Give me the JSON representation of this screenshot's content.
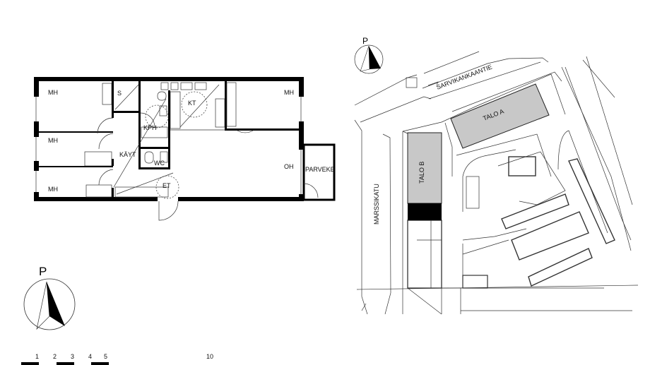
{
  "floor_plan": {
    "rooms": [
      {
        "id": "mh1",
        "label": "MH"
      },
      {
        "id": "mh2",
        "label": "MH"
      },
      {
        "id": "mh3",
        "label": "MH"
      },
      {
        "id": "mh4",
        "label": "MH"
      },
      {
        "id": "s",
        "label": "S"
      },
      {
        "id": "kt",
        "label": "KT"
      },
      {
        "id": "kph",
        "label": "KPH"
      },
      {
        "id": "kayt",
        "label": "KÄYT"
      },
      {
        "id": "wc",
        "label": "WC"
      },
      {
        "id": "et",
        "label": "ET"
      },
      {
        "id": "oh",
        "label": "OH"
      },
      {
        "id": "parveke",
        "label": "PARVEKE"
      }
    ],
    "north_label": "P"
  },
  "site_plan": {
    "north_label": "P",
    "streets": [
      "SARVIKANKAANTIE",
      "MARSSIKATU"
    ],
    "buildings": [
      "TALO A",
      "TALO B"
    ],
    "building_fill": "#c8c8c8",
    "highlight_fill": "#000000"
  },
  "scale_bar": {
    "labels": [
      "1",
      "2",
      "3",
      "4",
      "5",
      "10"
    ]
  }
}
